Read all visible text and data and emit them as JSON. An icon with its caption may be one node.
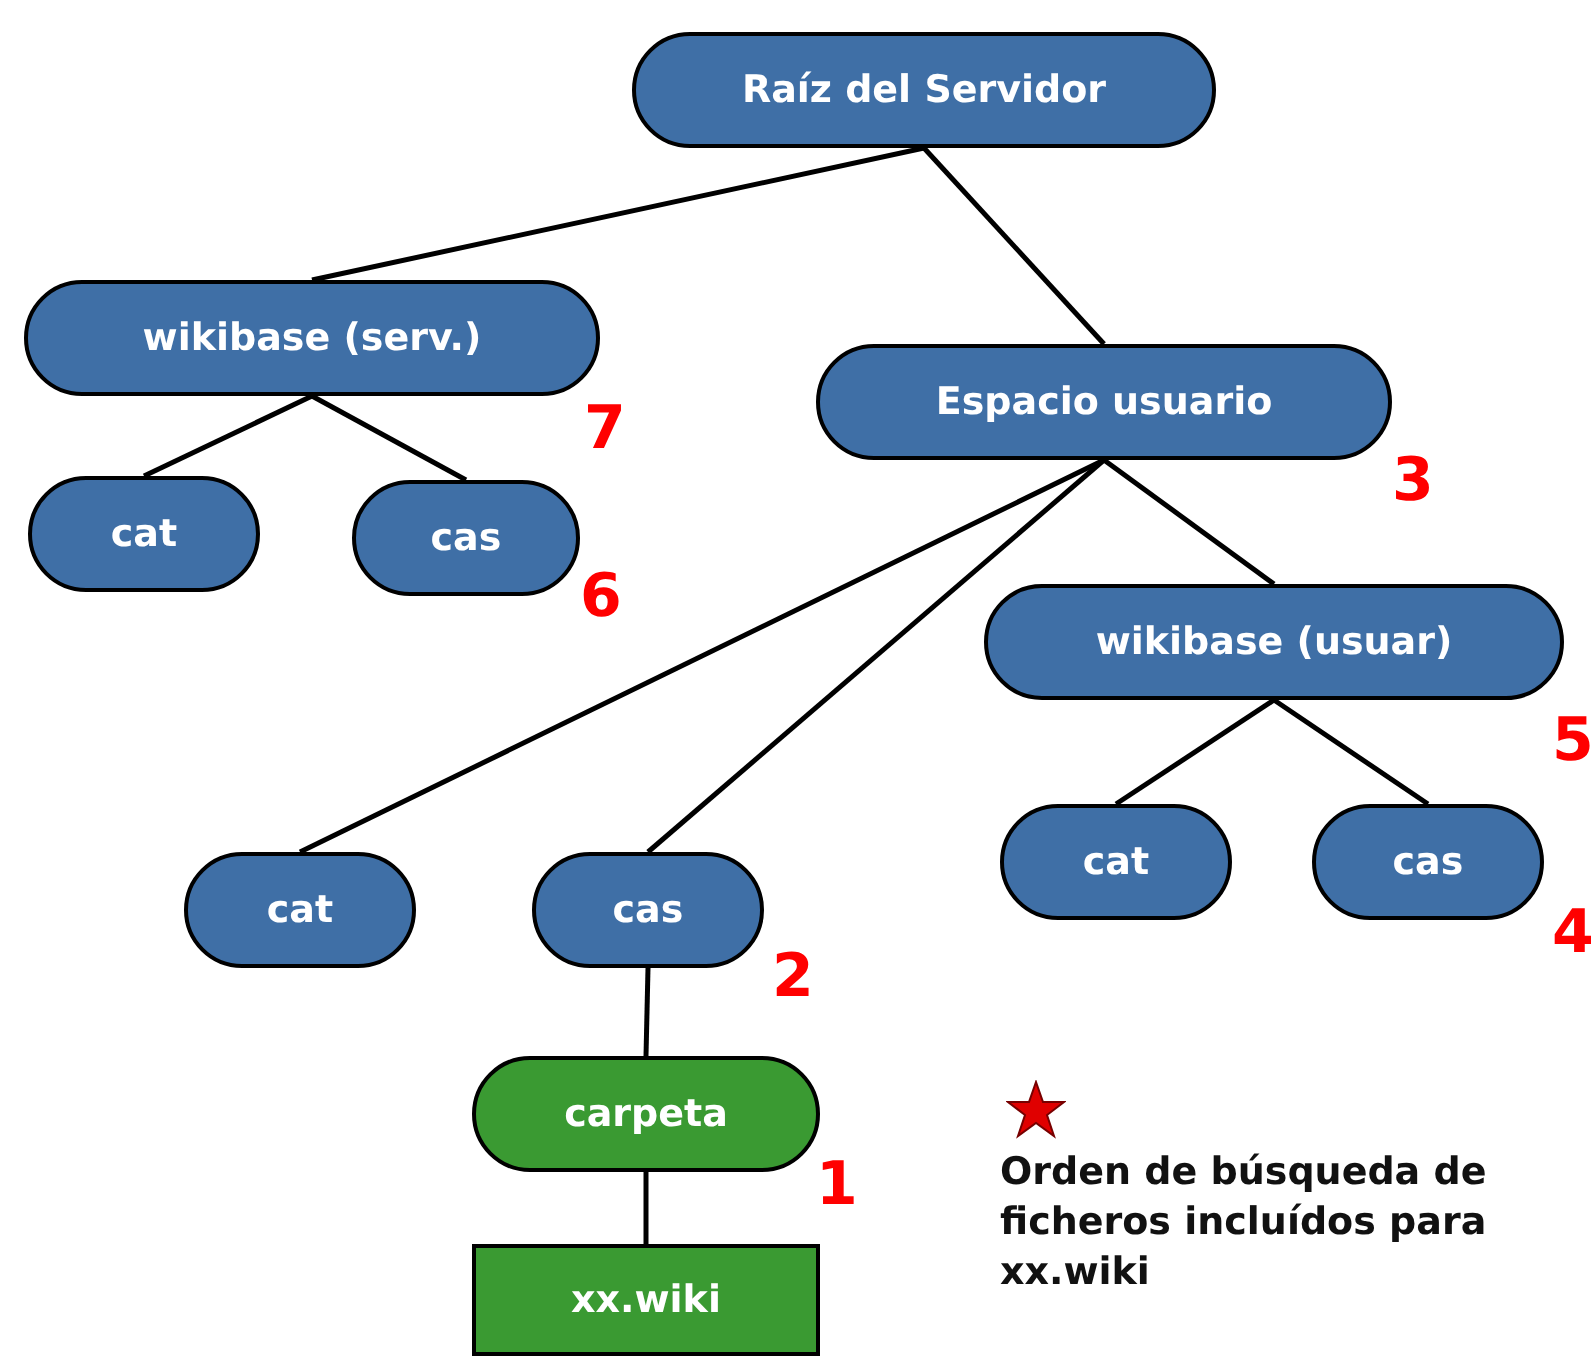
{
  "diagram": {
    "nodes": [
      {
        "text": [
          "Raíz del Servidor"
        ]
      },
      {
        "text": [
          "wikibase (serv.)"
        ],
        "beside": [
          "7"
        ]
      },
      {
        "text": [
          "cat"
        ]
      },
      {
        "text": [
          "cas"
        ],
        "beside": [
          "6"
        ]
      },
      {
        "text": [
          "Espacio usuario"
        ],
        "beside": [
          "3"
        ]
      },
      {
        "text": [
          "wikibase (usuar)"
        ],
        "beside": [
          "5"
        ]
      },
      {
        "text": [
          "cat"
        ]
      },
      {
        "text": [
          "cas"
        ],
        "beside": [
          "4"
        ]
      },
      {
        "text": [
          "cat"
        ]
      },
      {
        "text": [
          "cas"
        ],
        "beside": [
          "2"
        ]
      },
      {
        "text": [
          "carpeta"
        ],
        "beside": [
          "1"
        ]
      },
      {
        "text": [
          "xx.wiki"
        ]
      }
    ],
    "edges": [
      {
        "from": 0,
        "to": 1,
        "arrow": "none"
      },
      {
        "from": 0,
        "to": 4,
        "arrow": "none"
      },
      {
        "from": 1,
        "to": 2,
        "arrow": "none"
      },
      {
        "from": 1,
        "to": 3,
        "arrow": "none"
      },
      {
        "from": 4,
        "to": 5,
        "arrow": "none"
      },
      {
        "from": 4,
        "to": 8,
        "arrow": "none"
      },
      {
        "from": 4,
        "to": 9,
        "arrow": "none"
      },
      {
        "from": 5,
        "to": 6,
        "arrow": "none"
      },
      {
        "from": 5,
        "to": 7,
        "arrow": "none"
      },
      {
        "from": 9,
        "to": 10,
        "arrow": "none"
      },
      {
        "from": 10,
        "to": 11,
        "arrow": "none"
      }
    ],
    "legend": [
      {
        "text": "Orden de búsqueda de ficheros incluídos para xx.wiki"
      }
    ]
  }
}
